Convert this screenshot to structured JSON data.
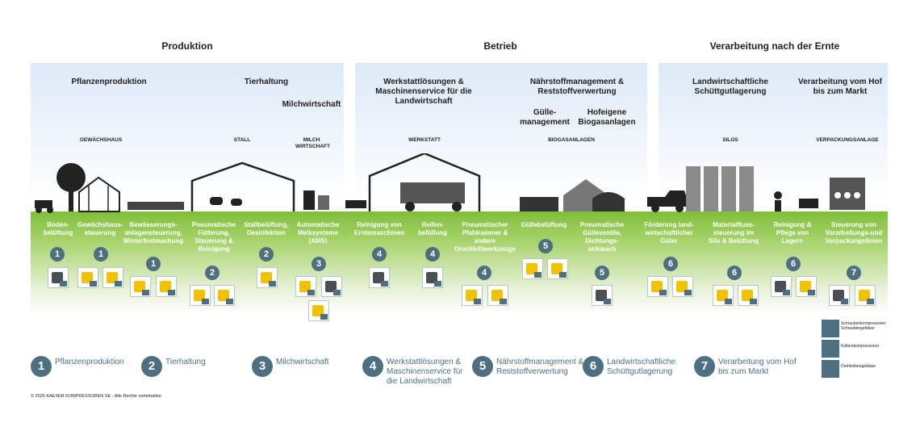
{
  "sections": [
    {
      "title": "Produktion"
    },
    {
      "title": "Betrieb"
    },
    {
      "title": "Verarbeitung nach der Ernte"
    }
  ],
  "subheads": {
    "pflanzen": "Pflanzenproduktion",
    "tier": "Tierhaltung",
    "milch": "Milchwirtschaft",
    "werkstatt": "Werkstattlösungen & Maschinenservice für die Landwirtschaft",
    "naehrstoff": "Nährstoffmanagement & Reststoffverwertung",
    "guelle": "Gülle-management",
    "biogas": "Hofeigene Biogasanlagen",
    "schuett": "Landwirtschaftliche Schüttgutlagerung",
    "hof": "Verarbeitung vom Hof bis zum Markt"
  },
  "captions": {
    "gewaechshaus": "GEWÄCHSHAUS",
    "stall": "STALL",
    "milchwirtschaft": "MILCH WIRTSCHAFT",
    "werkstatt": "WERKSTATT",
    "biogasanlagen": "BIOGASANLAGEN",
    "silos": "SILOS",
    "verpackung": "VERPACKUNGSANLAGE"
  },
  "applications": [
    {
      "label": "Boden-belüftung",
      "num": "1"
    },
    {
      "label": "Gewächshaus-steuerung",
      "num": "1"
    },
    {
      "label": "Bewässerungs-anlagensteuerung, Winterfestmachung",
      "num": "1"
    },
    {
      "label": "Pneumatische Fütterung, Steuerung & Reinigung",
      "num": "2"
    },
    {
      "label": "Stallbelüftung, Desinfektion",
      "num": "2"
    },
    {
      "label": "Automatische Melksysteme (AMS)",
      "num": "3"
    },
    {
      "label": "Reinigung von Erntemaschinen",
      "num": "4"
    },
    {
      "label": "Reifen-befüllung",
      "num": "4"
    },
    {
      "label": "Pneumatischer Pfahlrammer & andere Druckluftwerkzeuge",
      "num": "4"
    },
    {
      "label": "Güllebelüftung",
      "num": "5"
    },
    {
      "label": "Pneumatische Gülleventile, Dichtungs-schlauch",
      "num": "5"
    },
    {
      "label": "Förderung land-wirtschaftlicher Güter",
      "num": "6"
    },
    {
      "label": "Materialfluss-steuerung im Silo & Belüftung",
      "num": "6"
    },
    {
      "label": "Reinigung & Pflege von Lagern",
      "num": "6"
    },
    {
      "label": "Steuerung von Verarbeitungs-und Verpackungslinien",
      "num": "7"
    }
  ],
  "legend": [
    {
      "num": "1",
      "text": "Pflanzenproduktion"
    },
    {
      "num": "2",
      "text": "Tierhaltung"
    },
    {
      "num": "3",
      "text": "Milchwirtschaft"
    },
    {
      "num": "4",
      "text": "Werkstattlösungen & Maschinenservice für die Landwirtschaft"
    },
    {
      "num": "5",
      "text": "Nährstoffmanagement & Reststoffverwertung"
    },
    {
      "num": "6",
      "text": "Landwirtschaftliche Schüttgutlagerung"
    },
    {
      "num": "7",
      "text": "Verarbeitung vom Hof bis zum Markt"
    }
  ],
  "product_types": [
    {
      "icon": "screw-compressor-icon",
      "text": "Schraubenkompressoren Schraubengebläse"
    },
    {
      "icon": "piston-compressor-icon",
      "text": "Kolbenkompressoren"
    },
    {
      "icon": "rotary-blower-icon",
      "text": "Drehkolbengebläse"
    }
  ],
  "copyright": "© 2025 KAESER KOMPRESSOREN SE - Alle Rechte vorbehalten",
  "colors": {
    "accent": "#4d6f80",
    "ground": "#7fbf3a",
    "product": "#f2c200"
  }
}
